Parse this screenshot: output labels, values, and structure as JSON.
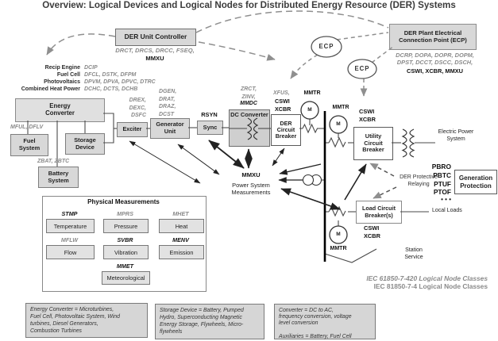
{
  "title": "Overview: Logical Devices and Logical Nodes for Distributed Energy Resource (DER) Systems",
  "unit_controller": {
    "label": "DER Unit Controller",
    "codes_gray": "DRCT, DRCS, DRCC, FSEQ,",
    "codes_bold": "MMXU"
  },
  "plant_ecp": {
    "label": "DER Plant Electrical\nConnection Point (ECP)",
    "codes_gray": "DCRP, DOPA, DOPR,  DOPM,\nDPST, DCCT, DSCC, DSCH,",
    "codes_bold": "CSWI, XCBR, MMXU"
  },
  "ecp_label": "ECP",
  "device_types": [
    {
      "name": "Recip Engine",
      "codes": "DCIP"
    },
    {
      "name": "Fuel Cell",
      "codes": "DFCL, DSTK, DFPM"
    },
    {
      "name": "Photovoltaics",
      "codes": "DPVM, DPVA, DPVC, DTRC"
    },
    {
      "name": "Combined Heat Power",
      "codes": "DCHC, DCTS,  DCHB"
    }
  ],
  "energy_converter": {
    "label": "Energy\nConverter"
  },
  "fuel_system": {
    "label": "Fuel\nSystem",
    "codes": "MFUL, DFLV"
  },
  "storage_device": {
    "label": "Storage\nDevice"
  },
  "battery_system": {
    "label": "Battery\nSystem",
    "codes": "ZBAT, ZBTC"
  },
  "exciter": {
    "label": "Exciter",
    "codes": "DREX,\nDEXC,\nDSFC"
  },
  "generator_unit": {
    "label": "Generator\nUnit",
    "codes": "DGEN,\nDRAT,\nDRAZ,\nDCST"
  },
  "sync": {
    "label": "Sync",
    "code": "RSYN"
  },
  "dc_converter": {
    "label": "DC Converter",
    "codes_gray": "ZRCT,\nZINV,",
    "codes_bold": "MMDC"
  },
  "der_breaker": {
    "label": "DER\nCircuit\nBreaker",
    "codes_gray": "XFUS,",
    "codes_bold": "CSWI\nXCBR"
  },
  "utility_breaker": {
    "label": "Utility\nCircuit\nBreaker",
    "codes_bold": "CSWI\nXCBR"
  },
  "load_breaker": {
    "label": "Load Circuit\nBreaker(s)",
    "codes_bold": "CSWI\nXCBR"
  },
  "meters": {
    "mmtr": "MMTR",
    "m": "M"
  },
  "mmxu": {
    "code": "MMXU",
    "label": "Power System\nMeasurements"
  },
  "electric_power_system": "Electric Power\nSystem",
  "local_loads": "Local Loads",
  "station_service": "Station\nService",
  "der_protective_relaying": "DER Protective\nRelaying",
  "generation_protection": {
    "codes": "PBRO\nPBTC\nPTUF\nPTOF",
    "dots": "• • •",
    "label": "Generation\nProtection"
  },
  "physical_measurements": {
    "title": "Physical Measurements",
    "items": [
      {
        "code": "STMP",
        "label": "Temperature",
        "style": "bold"
      },
      {
        "code": "MPRS",
        "label": "Pressure",
        "style": "gray"
      },
      {
        "code": "MHET",
        "label": "Heat",
        "style": "gray"
      },
      {
        "code": "MFLW",
        "label": "Flow",
        "style": "gray"
      },
      {
        "code": "SVBR",
        "label": "Vibration",
        "style": "bold"
      },
      {
        "code": "MENV",
        "label": "Emission",
        "style": "bold"
      },
      {
        "code": "MMET",
        "label": "Meteorological",
        "style": "bold"
      }
    ]
  },
  "legend": {
    "line1": "IEC 61850-7-420 Logical Node Classes",
    "line2": "IEC 81850-7-4 Logical Node Classes"
  },
  "notes": [
    "Energy Converter = Microturbines,\nFuel Cell, Photovoltaic System, Wind\nturbines, Diesel Generators,\nCombustion Turbines",
    "Storage Device = Battery, Pumped\nHydro, Superconducting Magnetic\nEnergy Storage, Flywheels, Micro-\nflywheels",
    "Converter = DC to AC,\nfrequency conversion, voltage\nlevel conversion\n\nAuxiliaries = Battery, Fuel Cell"
  ],
  "colors": {
    "box_fill": "#d8d8d8",
    "box_border": "#7d7d7d",
    "code_gray": "#8a8a8a",
    "code_black": "#111111",
    "wire": "#4a4a4a",
    "dashed": "#8f8f8f",
    "title": "#3c3c3c"
  }
}
